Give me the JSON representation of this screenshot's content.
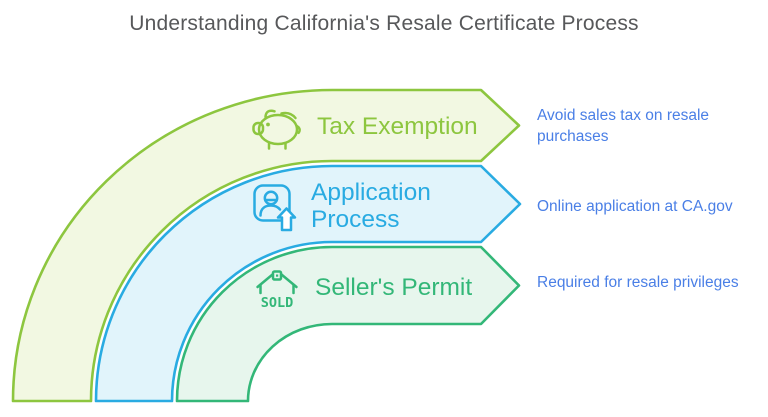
{
  "title": "Understanding California's Resale Certificate Process",
  "steps": [
    {
      "label": "Tax Exemption",
      "description": "Avoid sales tax on resale purchases",
      "icon": "piggy-bank-icon",
      "color": "#8dc63f",
      "fill": "#f2f8e2"
    },
    {
      "label": "Application Process",
      "description": "Online application at CA.gov",
      "icon": "application-upload-icon",
      "color": "#29abe2",
      "fill": "#e1f4fb"
    },
    {
      "label": "Seller's Permit",
      "description": "Required for resale privileges",
      "icon": "house-sold-icon",
      "icon_text": "SOLD",
      "color": "#33b778",
      "fill": "#e7f6ed"
    }
  ],
  "colors": {
    "title_text": "#57585a",
    "description_text": "#4a7fe6"
  }
}
